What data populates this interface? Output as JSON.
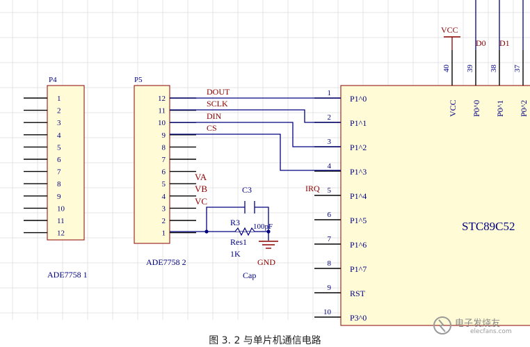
{
  "components": {
    "p4": {
      "designator": "P4",
      "name": "ADE7758 1",
      "pins": [
        "1",
        "2",
        "3",
        "4",
        "5",
        "6",
        "7",
        "8",
        "9",
        "10",
        "11",
        "12"
      ]
    },
    "p5": {
      "designator": "P5",
      "name": "ADE7758 2",
      "pins": [
        "12",
        "11",
        "10",
        "9",
        "8",
        "7",
        "6",
        "5",
        "4",
        "3",
        "2",
        "1"
      ]
    },
    "mcu": {
      "name": "STC89C52",
      "left_pins": [
        {
          "num": "1",
          "name": "P1^0"
        },
        {
          "num": "2",
          "name": "P1^1"
        },
        {
          "num": "3",
          "name": "P1^2"
        },
        {
          "num": "4",
          "name": "P1^3"
        },
        {
          "num": "5",
          "name": "P1^4"
        },
        {
          "num": "6",
          "name": "P1^5"
        },
        {
          "num": "7",
          "name": "P1^6"
        },
        {
          "num": "8",
          "name": "P1^7"
        },
        {
          "num": "9",
          "name": "RST"
        },
        {
          "num": "10",
          "name": "P3^0"
        }
      ],
      "top_pins": [
        {
          "num": "40",
          "name": "VCC"
        },
        {
          "num": "39",
          "name": "P0^0"
        },
        {
          "num": "38",
          "name": "P0^1"
        },
        {
          "num": "37",
          "name": "P0^2"
        }
      ]
    },
    "capacitor": {
      "designator": "C3",
      "value": "100pF",
      "type": "Cap"
    },
    "resistor": {
      "designator": "R3",
      "type": "Res1",
      "value": "1K"
    }
  },
  "nets": {
    "dout": "DOUT",
    "sclk": "SCLK",
    "din": "DIN",
    "cs": "CS",
    "va": "VA",
    "vb": "VB",
    "vc": "VC",
    "irq": "IRQ",
    "vcc": "VCC",
    "gnd": "GND",
    "d0": "D0",
    "d1": "D1"
  },
  "caption": "图 3. 2 与单片机通信电路",
  "watermark": {
    "text": "电子发烧友",
    "url": "elecfans.com"
  },
  "colors": {
    "wire": "#000080",
    "net_label": "#8b0000",
    "component_text": "#000080",
    "ic_fill": "#fffbd6",
    "ic_border": "#8b0000",
    "grid": "#e6e6e6"
  }
}
